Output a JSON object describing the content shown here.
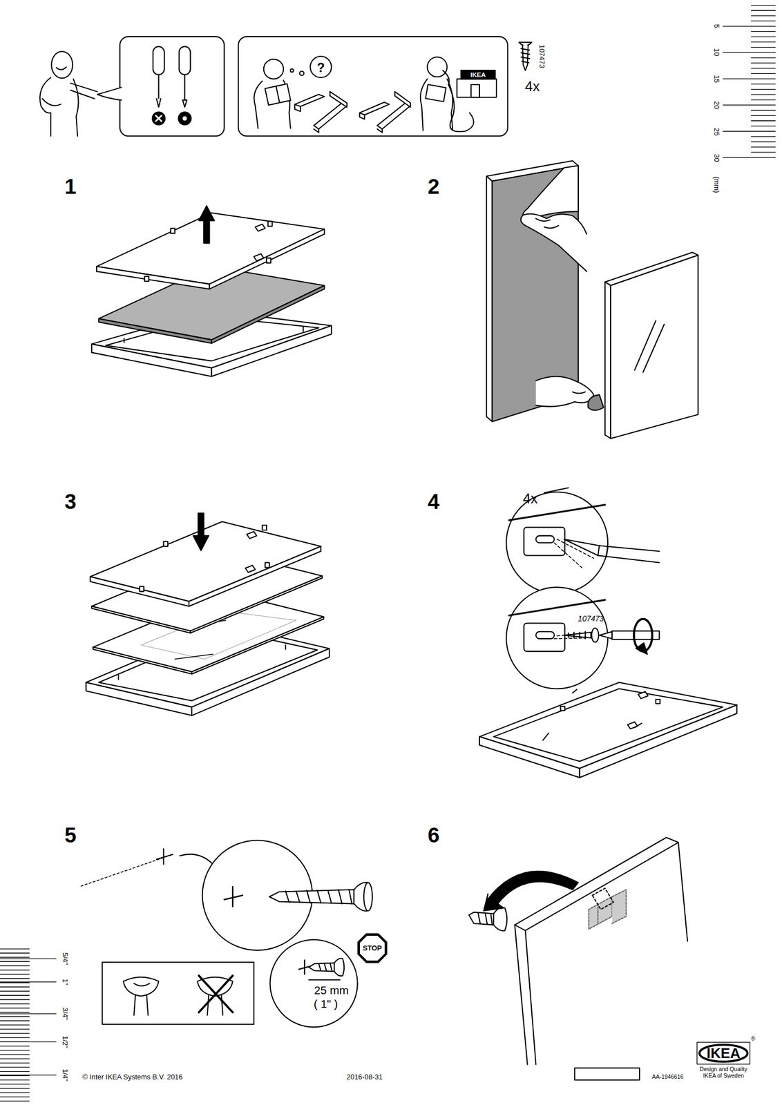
{
  "diagram": {
    "nodes": [
      {
        "text": [
          "IKEA"
        ]
      },
      {
        "text": [
          "STOP"
        ]
      },
      {
        "text": [
          "IKEA"
        ]
      }
    ],
    "labels": [
      "107473",
      "4x",
      "5",
      "10",
      "15",
      "20",
      "25",
      "30",
      "(mm)",
      "1",
      "2",
      "3",
      "4",
      "5",
      "6",
      "4x",
      "107473",
      "25 mm",
      "( 1\" )",
      "5/4\"",
      "1\"",
      "3/4\"",
      "1/2\"",
      "1/4\"",
      "© Inter IKEA Systems B.V. 2016",
      "2016-08-31",
      "AA-1946616",
      "®",
      "Design and Quality IKEA of Sweden",
      "?"
    ]
  }
}
